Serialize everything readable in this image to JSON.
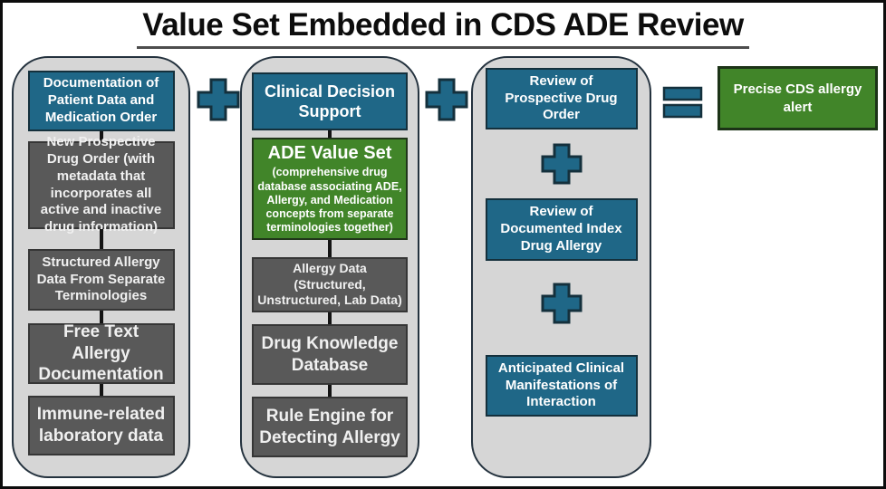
{
  "title": "Value Set Embedded in CDS ADE Review",
  "colors": {
    "box_blue": "#1f6787",
    "box_gray": "#595959",
    "box_green": "#418529",
    "pill_background": "#d6d6d6",
    "pill_border": "#24323e",
    "connector": "#141414",
    "frame_border": "#0c0c0c",
    "text": "#ffffff"
  },
  "operators": {
    "plus_between_columns": "plus-icon",
    "plus_within_column": "plus-icon",
    "equals": "equals-icon"
  },
  "columns": [
    {
      "name": "documentation-inputs",
      "boxes": [
        {
          "style": "blue",
          "text": "Documentation of Patient Data and Medication Order"
        },
        {
          "style": "gray",
          "text": "New Prospective Drug Order (with metadata that incorporates all active and inactive drug information)"
        },
        {
          "style": "gray",
          "text": "Structured Allergy Data From Separate Terminologies"
        },
        {
          "style": "gray",
          "text": "Free Text Allergy Documentation"
        },
        {
          "style": "gray",
          "text": "Immune-related laboratory data"
        }
      ]
    },
    {
      "name": "clinical-decision-support",
      "boxes": [
        {
          "style": "blue",
          "text": "Clinical Decision Support"
        },
        {
          "style": "green",
          "heading": "ADE Value Set",
          "subtext": "(comprehensive drug database associating ADE, Allergy, and Medication concepts from separate terminologies together)"
        },
        {
          "style": "gray",
          "text": "Allergy Data (Structured, Unstructured, Lab Data)"
        },
        {
          "style": "gray",
          "text": "Drug Knowledge Database"
        },
        {
          "style": "gray",
          "text": "Rule Engine for Detecting Allergy"
        }
      ]
    },
    {
      "name": "review-steps",
      "boxes": [
        {
          "style": "blue",
          "text": "Review of Prospective Drug Order"
        },
        {
          "style": "blue",
          "text": "Review of Documented Index Drug Allergy"
        },
        {
          "style": "blue",
          "text": "Anticipated Clinical Manifestations of Interaction"
        }
      ]
    }
  ],
  "result": {
    "text": "Precise CDS allergy alert"
  }
}
